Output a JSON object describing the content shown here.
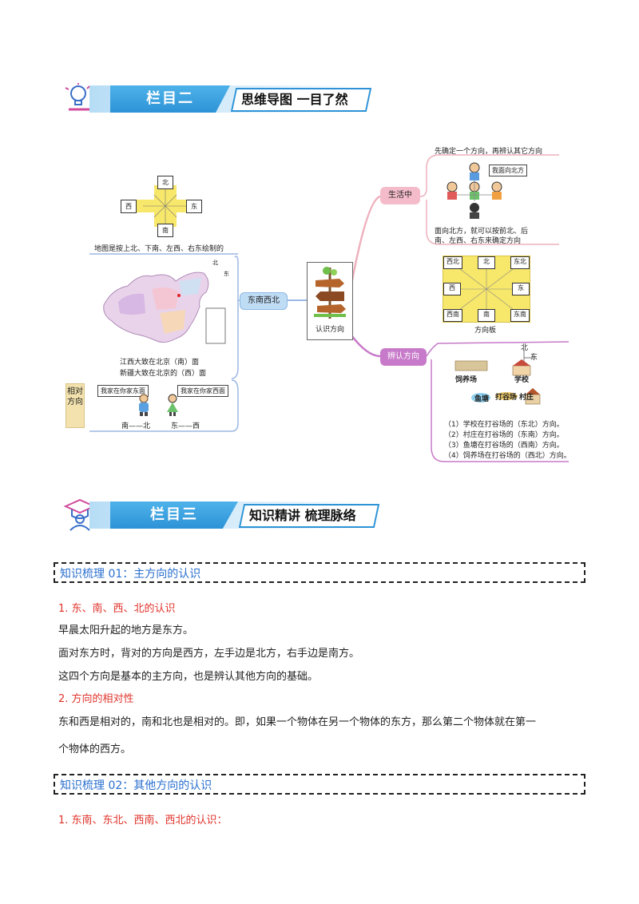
{
  "banner1": {
    "tab": "栏目二",
    "subtitle": "思维导图  一目了然"
  },
  "banner2": {
    "tab": "栏目三",
    "subtitle": "知识精讲  梳理脉络"
  },
  "mindmap": {
    "center": "认识方向",
    "left_branch": "东南西北",
    "compass_small": {
      "north": "北",
      "west": "西",
      "east": "东",
      "south": "南"
    },
    "map_caption_top": "地图是按上北、下南、左西、右东绘制的",
    "map_mini_north": "北",
    "map_mini_east": "东",
    "map_caption_1": "江西大致在北京（南）面",
    "map_caption_2": "新疆大致在北京的（西）面",
    "relative_label": "相对方向",
    "bubble_1": "我家在你家东面",
    "bubble_2": "我家在你家西面",
    "pair_1": "南——北",
    "pair_2": "东——西",
    "life_branch": "生活中",
    "life_top": "先确定一个方向，再辨认其它方向",
    "life_bubble": "我面向北方",
    "life_bottom_1": "面向北方，就可以按前北、后",
    "life_bottom_2": "南、左西、右东来确定方向",
    "board": {
      "nw": "西北",
      "n": "北",
      "ne": "东北",
      "w": "西",
      "e": "东",
      "sw": "西南",
      "s": "南",
      "se": "东南"
    },
    "board_caption": "方向板",
    "identify_branch": "辨认方向",
    "scene_north": "北",
    "scene_east": "东",
    "scene_places": [
      "饲养场",
      "学校",
      "鱼塘",
      "打谷场",
      "村庄"
    ],
    "scene_questions": [
      "（1）学校在打谷场的（东北）方向。",
      "（2）村庄在打谷场的（东南）方向。",
      "（3）鱼塘在打谷场的（西南）方向。",
      "（4）饲养场在打谷场的（西北）方向。"
    ]
  },
  "section1": {
    "title": "知识梳理 01：主方向的认识",
    "h1": "1.  东、南、西、北的认识",
    "p1": "早晨太阳升起的地方是东方。",
    "p2": "面对东方时，背对的方向是西方，左手边是北方，右手边是南方。",
    "p3": "这四个方向是基本的主方向，也是辨认其他方向的基础。",
    "h2": "2.  方向的相对性",
    "p4": "东和西是相对的，南和北也是相对的。即，如果一个物体在另一个物体的东方，那么第二个物体就在第一",
    "p5": "个物体的西方。"
  },
  "section2": {
    "title": "知识梳理 02：其他方向的认识",
    "h1": "1.  东南、东北、西南、西北的认识："
  },
  "colors": {
    "accent_blue": "#2d93d6",
    "heading_red": "#e0332b",
    "title_blue": "#2a6fcf",
    "pink": "#f2b8c6",
    "purple": "#c77ac9"
  }
}
